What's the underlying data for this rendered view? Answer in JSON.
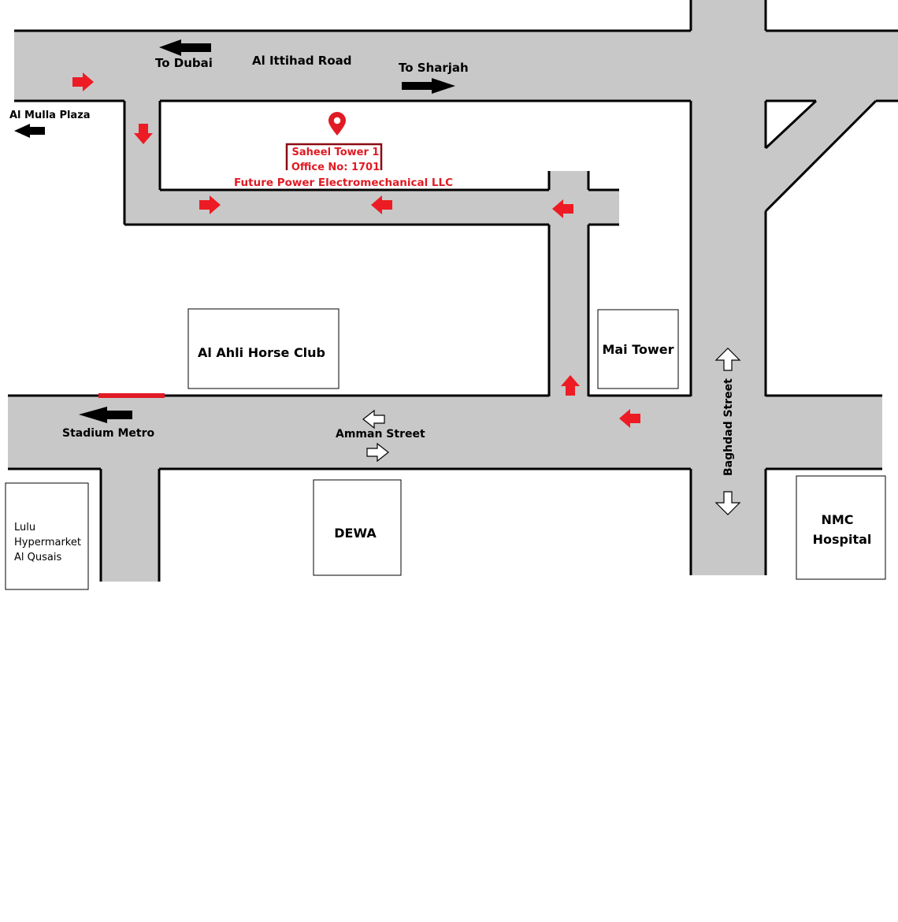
{
  "colors": {
    "road": "#c8c8c8",
    "road_edge": "#000000",
    "route_arrow": "#ed1c24",
    "marker": "#e01b24",
    "label_red": "#d0101c",
    "office_box_border": "#8b0a14",
    "background": "#ffffff"
  },
  "roads": {
    "al_ittihad": "Al Ittihad Road",
    "amman": "Amman Street",
    "baghdad": "Baghdad Street"
  },
  "directions": {
    "to_dubai": "To Dubai",
    "to_sharjah": "To Sharjah",
    "al_mulla_plaza": "Al Mulla Plaza",
    "stadium_metro": "Stadium Metro"
  },
  "destination": {
    "building": "Saheel Tower 1",
    "office": "Office No: 1701",
    "company": "Future Power Electromechanical LLC",
    "marker_icon": "map-pin-icon"
  },
  "landmarks": {
    "horse_club": "Al Ahli Horse Club",
    "mai_tower": "Mai Tower",
    "dewa": "DEWA",
    "nmc": [
      "NMC",
      "Hospital"
    ],
    "lulu": [
      "Lulu",
      "Hypermarket",
      "Al Qusais"
    ]
  },
  "icons": {
    "route_arrow": "red-arrow-icon",
    "direction_arrow": "black-arrow-icon",
    "two_way": "white-arrow-icon"
  }
}
